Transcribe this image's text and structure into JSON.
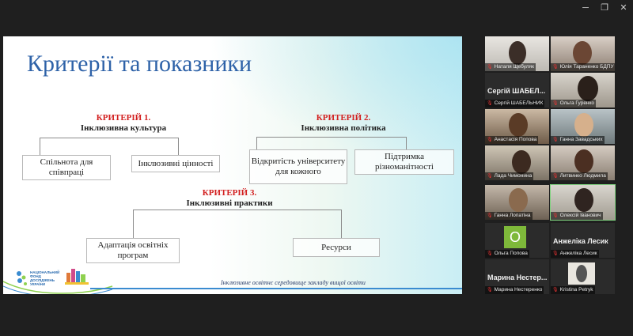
{
  "window": {
    "minimize_icon": "minimize-icon",
    "maximize_icon": "maximize-icon",
    "close_icon": "close-icon"
  },
  "slide": {
    "title": "Критерії та показники",
    "criteria": [
      {
        "label": "КРИТЕРІЙ 1.",
        "name": "Інклюзивна культура"
      },
      {
        "label": "КРИТЕРІЙ 2.",
        "name": "Інклюзивна політика"
      },
      {
        "label": "КРИТЕРІЙ 3.",
        "name": "Інклюзивні практики"
      }
    ],
    "indicators": [
      "Спільнота для співпраці",
      "Інклюзивні цінності",
      "Відкритість університету для кожного",
      "Підтримка різноманітності",
      "Адаптація освітніх програм",
      "Ресурси"
    ],
    "logo_text": "НАЦІОНАЛЬНИЙ ФОНД ДОСЛІДЖЕНЬ УКРАЇНИ",
    "footer": "Інклюзивне освітнє середовище закладу вищої освіти"
  },
  "participants": [
    {
      "name": "Наталя Щебуляк",
      "big": "",
      "initial": ""
    },
    {
      "name": "Юлія Тараненко БДПУ",
      "big": "",
      "initial": ""
    },
    {
      "name": "Сергій ШАБЕЛЬНИК",
      "big": "Сергій  ШАБЕЛ...",
      "initial": ""
    },
    {
      "name": "Ольга Гуренко",
      "big": "",
      "initial": ""
    },
    {
      "name": "Анастасія Попова",
      "big": "",
      "initial": ""
    },
    {
      "name": "Ганна Завадських",
      "big": "",
      "initial": ""
    },
    {
      "name": "Лада Чимонина",
      "big": "",
      "initial": ""
    },
    {
      "name": "Литвинко Людмила",
      "big": "",
      "initial": ""
    },
    {
      "name": "Ганна Лопатіна",
      "big": "",
      "initial": ""
    },
    {
      "name": "Олексій Іванович",
      "big": "",
      "initial": ""
    },
    {
      "name": "Ольга Попова",
      "big": "",
      "initial": "О"
    },
    {
      "name": "Анжеліка Лесик",
      "big": "Анжеліка Лесик",
      "initial": ""
    },
    {
      "name": "Марина Нестеренко",
      "big": "Марина  Нестер...",
      "initial": ""
    },
    {
      "name": "Kristina Petryk",
      "big": "",
      "initial": ""
    }
  ],
  "colors": {
    "title": "#2e62a8",
    "criterion": "#d21e1e",
    "active_speaker": "#7fd37f",
    "avatar": "#7eb93a",
    "muted_mic": "#ee3333"
  }
}
